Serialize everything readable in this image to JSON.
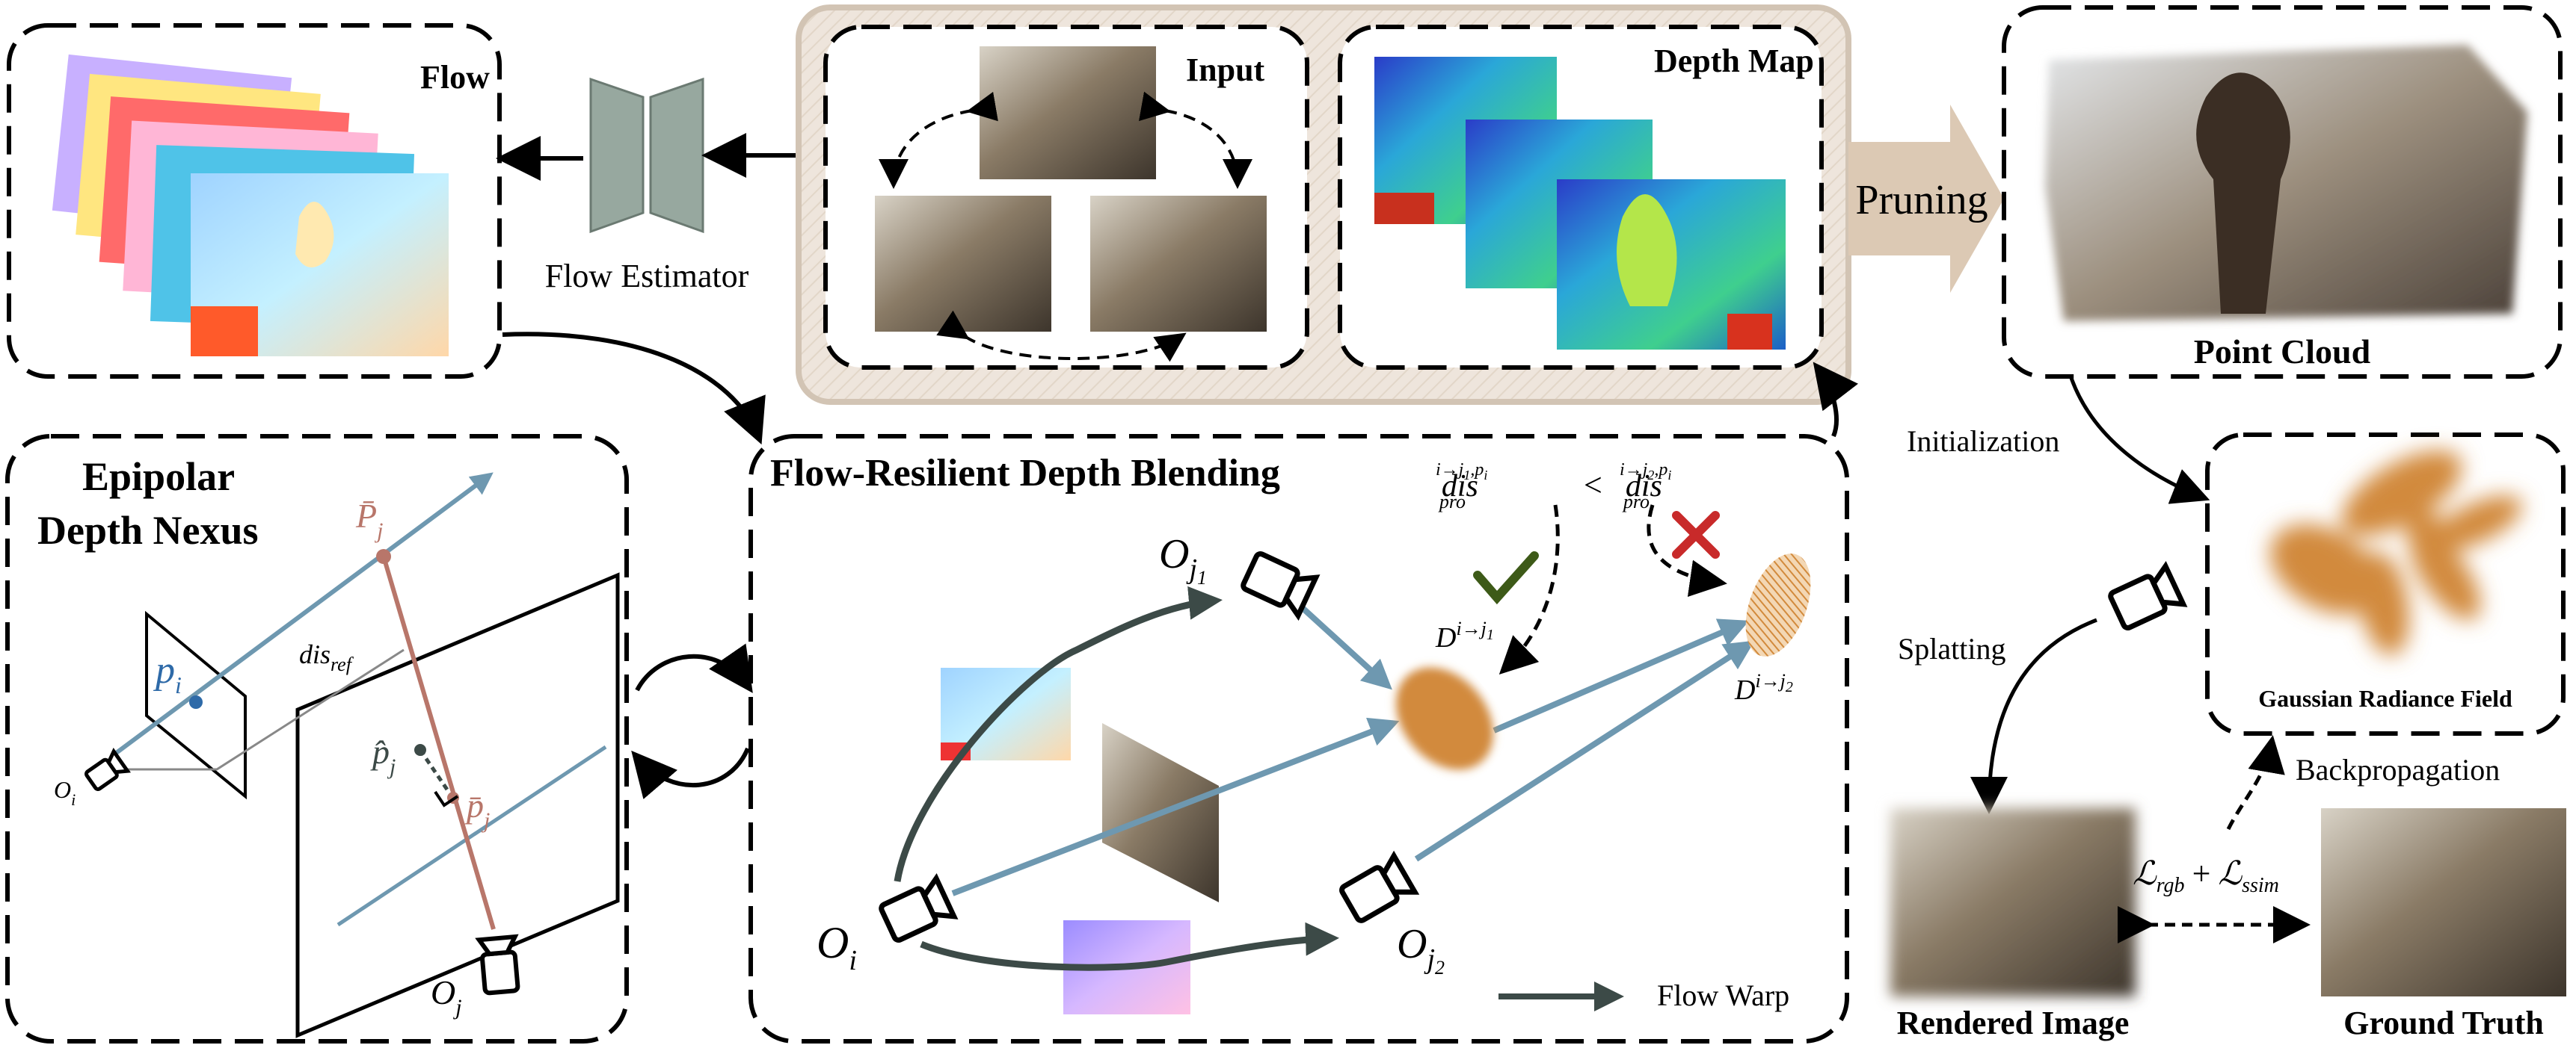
{
  "colors": {
    "panel_border": "#000000",
    "input_panel_fill": "#eee5dc",
    "input_panel_border": "#d2c4b4",
    "blue_ray": "#6e98b0",
    "red_ray": "#b8766a",
    "dark_arrow": "#3c4a47",
    "estimator": "#97a89f",
    "gaussian": "#d28a3c",
    "check": "#3d5a18",
    "cross": "#c82a2a",
    "pruning_arrow": "#dcc9b4"
  },
  "panels": {
    "flow": {
      "title": "Flow"
    },
    "input": {
      "title": "Input"
    },
    "depth_map": {
      "title": "Depth Map"
    },
    "point_cloud": {
      "title": "Point Cloud"
    },
    "epipolar": {
      "title_line1": "Epipolar",
      "title_line2": "Depth Nexus"
    },
    "blending": {
      "title": "Flow-Resilient Depth Blending"
    },
    "gaussian": {
      "title": "Gaussian Radiance Field"
    }
  },
  "labels": {
    "flow_estimator": "Flow Estimator",
    "pruning": "Pruning",
    "initialization": "Initialization",
    "splatting": "Splatting",
    "backpropagation": "Backpropagation",
    "rendered_image": "Rendered Image",
    "ground_truth": "Ground Truth",
    "flow_warp": "Flow Warp",
    "loss_rgb": "ℒ",
    "loss_rgb_sub": "rgb",
    "loss_plus": "+",
    "loss_ssim": "ℒ",
    "loss_ssim_sub": "ssim"
  },
  "epipolar_math": {
    "p_bar_j": "P̄",
    "p_bar_j_sub": "j",
    "p_i": "p",
    "p_i_sub": "i",
    "dis_ref": "dis",
    "dis_ref_sub": "ref",
    "p_hat_j": "p̂",
    "p_hat_j_sub": "j",
    "p_bar_small": "p̄",
    "p_bar_small_sub": "j",
    "o_i": "O",
    "o_i_sub": "i",
    "o_j": "O",
    "o_j_sub": "j"
  },
  "blending_math": {
    "o_j1": "O",
    "o_j1_sub": "j",
    "o_j1_subsub": "1",
    "o_i": "O",
    "o_i_sub": "i",
    "o_j2": "O",
    "o_j2_sub": "j",
    "o_j2_subsub": "2",
    "d_j1": "D",
    "d_j1_sup": "i→j",
    "d_j1_supsub": "1",
    "d_j2": "D",
    "d_j2_sup": "i→j",
    "d_j2_supsub": "2",
    "dis_left": "dis",
    "dis_left_sub": "pro",
    "dis_left_sup": "i→j",
    "dis_left_sup_rest": "1",
    "dis_left_sup_tail": ",p",
    "dis_left_sup_tail_sub": "i",
    "less_than": "<",
    "dis_right": "dis",
    "dis_right_sub": "pro",
    "dis_right_sup": "i→j",
    "dis_right_sup_rest": "2",
    "dis_right_sup_tail": ",p",
    "dis_right_sup_tail_sub": "i"
  }
}
